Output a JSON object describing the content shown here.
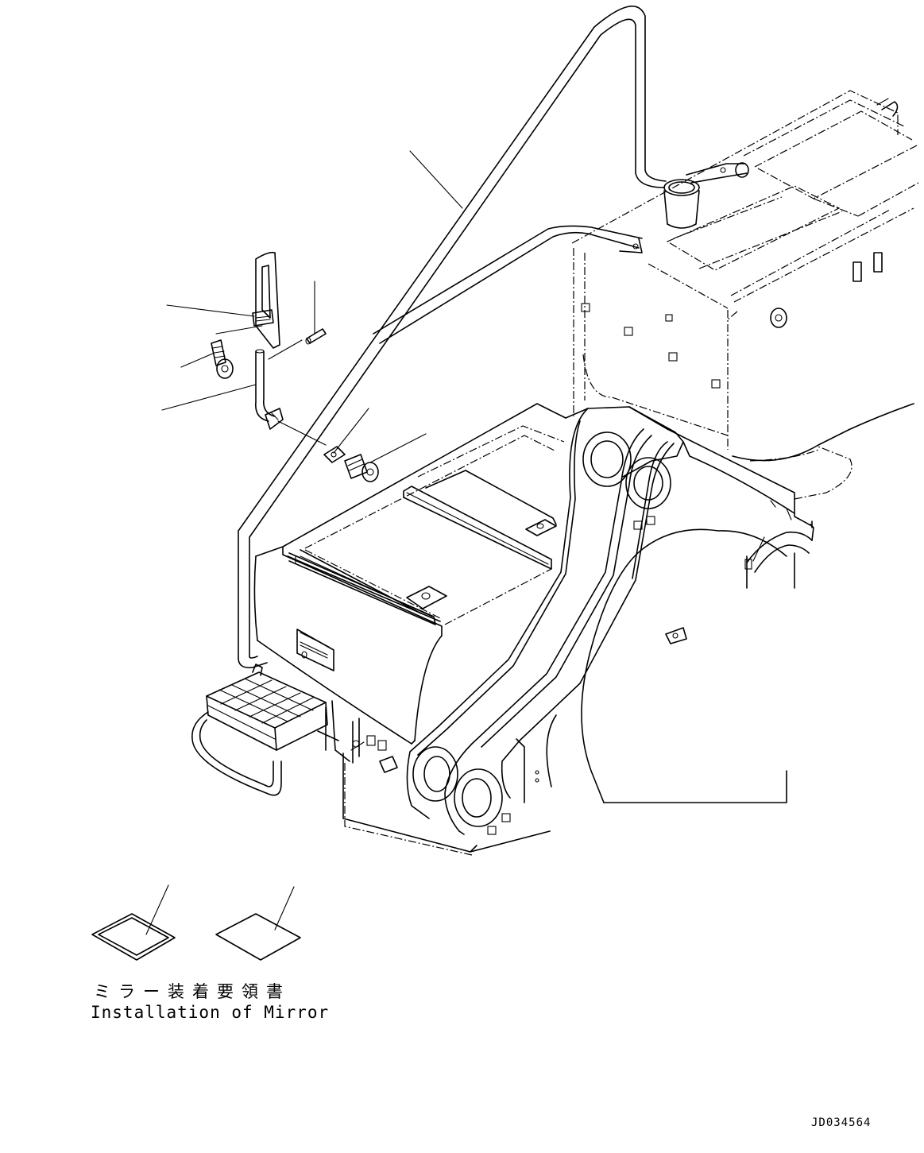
{
  "caption": {
    "japanese": "ミラー装着要領書",
    "english": "Installation of Mirror"
  },
  "drawing_id": "JD034564"
}
